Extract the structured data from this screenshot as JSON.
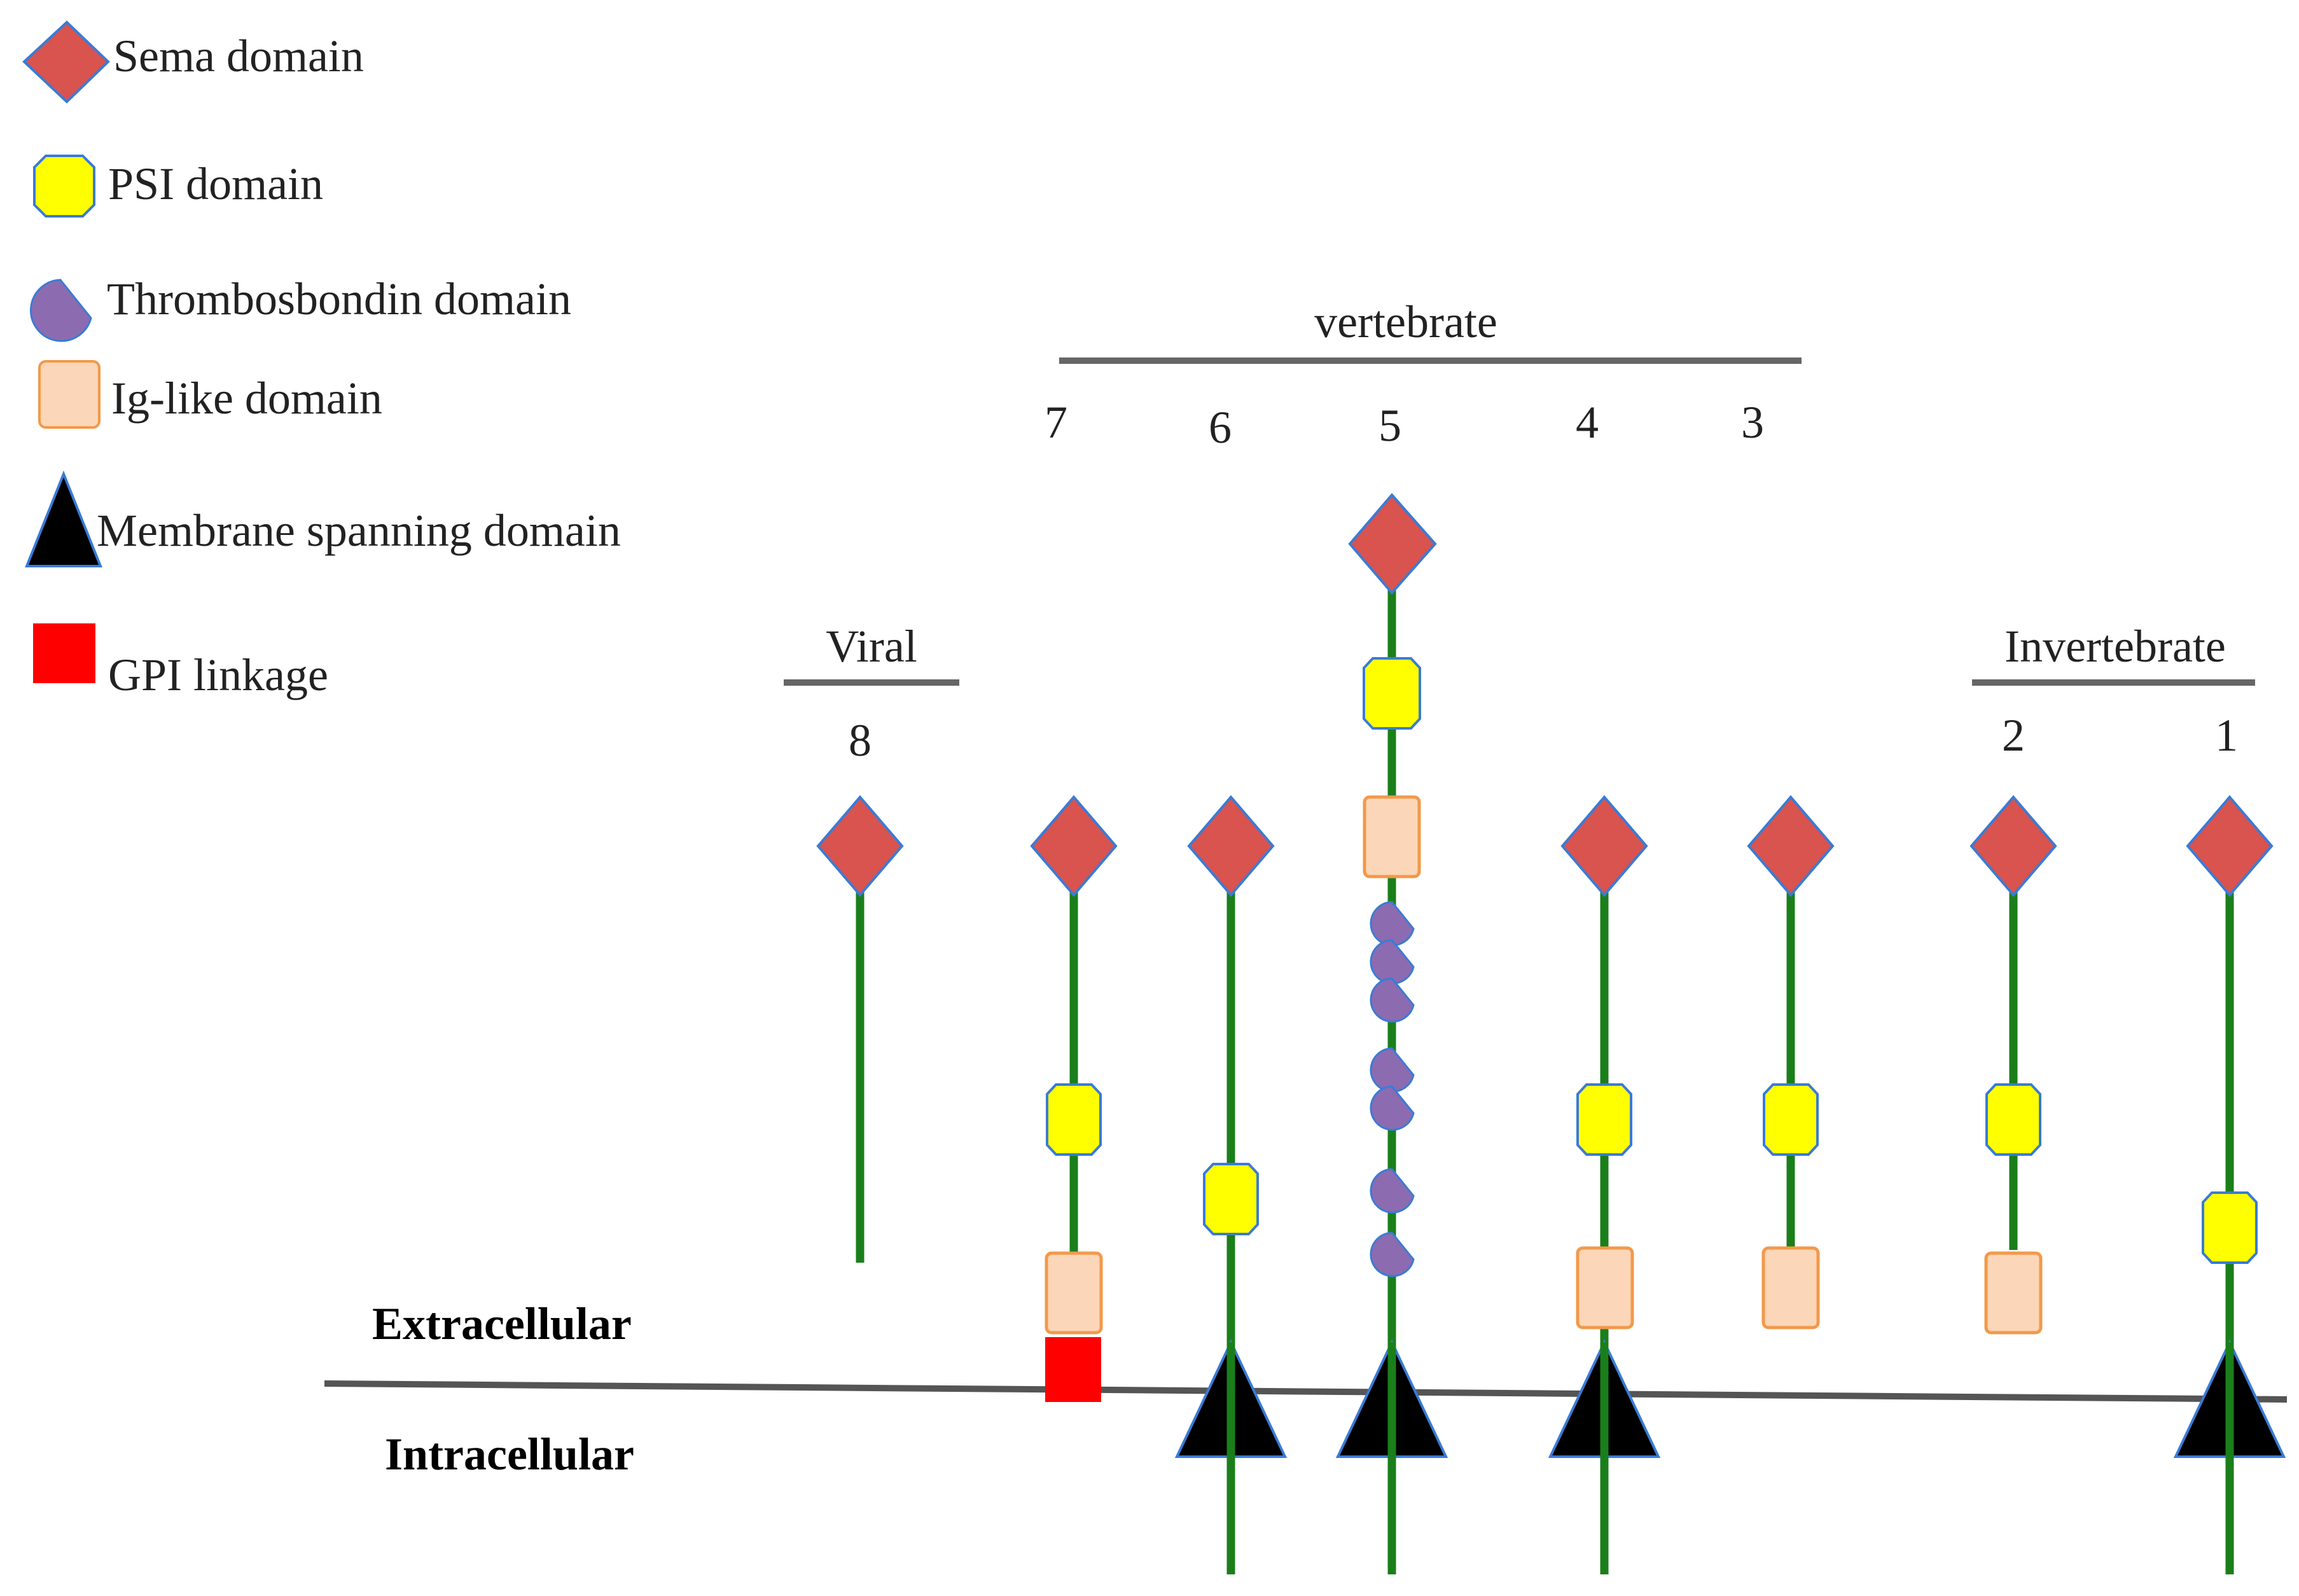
{
  "legend": {
    "sema": "Sema domain",
    "psi": "PSI domain",
    "thrombo": "Thrombosbondin domain",
    "ig": "Ig-like domain",
    "membrane": "Membrane spanning domain",
    "gpi": "GPI linkage"
  },
  "groups": {
    "vertebrate": "vertebrate",
    "viral": "Viral",
    "invertebrate": "Invertebrate"
  },
  "regions": {
    "extracellular": "Extracellular",
    "intracellular": "Intracellular"
  },
  "classes": [
    {
      "id": "1",
      "label": "1",
      "sema": true,
      "psi": 1,
      "ig": false,
      "thrombo": 0,
      "membrane": true,
      "gpi": false
    },
    {
      "id": "2",
      "label": "2",
      "sema": true,
      "psi": 1,
      "ig": true,
      "thrombo": 0,
      "membrane": false,
      "gpi": false
    },
    {
      "id": "3",
      "label": "3",
      "sema": true,
      "psi": 1,
      "ig": true,
      "thrombo": 0,
      "membrane": false,
      "gpi": false
    },
    {
      "id": "4",
      "label": "4",
      "sema": true,
      "psi": 1,
      "ig": true,
      "thrombo": 0,
      "membrane": true,
      "gpi": false
    },
    {
      "id": "5",
      "label": "5",
      "sema": true,
      "psi": 1,
      "ig": true,
      "thrombo": 7,
      "membrane": true,
      "gpi": false
    },
    {
      "id": "6",
      "label": "6",
      "sema": true,
      "psi": 1,
      "ig": false,
      "thrombo": 0,
      "membrane": true,
      "gpi": false
    },
    {
      "id": "7",
      "label": "7",
      "sema": true,
      "psi": 1,
      "ig": true,
      "thrombo": 0,
      "membrane": false,
      "gpi": true
    },
    {
      "id": "8",
      "label": "8",
      "sema": true,
      "psi": 0,
      "ig": false,
      "thrombo": 0,
      "membrane": false,
      "gpi": false
    }
  ],
  "colors": {
    "sema": "#d9534f",
    "sema_stroke": "#3a7bd5",
    "psi": "#ffff00",
    "psi_stroke": "#3a7bd5",
    "thrombo": "#8c6bb1",
    "ig_fill": "#fcd6b8",
    "ig_stroke": "#f2994a",
    "membrane": "#000000",
    "gpi": "#ff0000",
    "stalk": "#1a7f1a",
    "bar": "#666666"
  }
}
